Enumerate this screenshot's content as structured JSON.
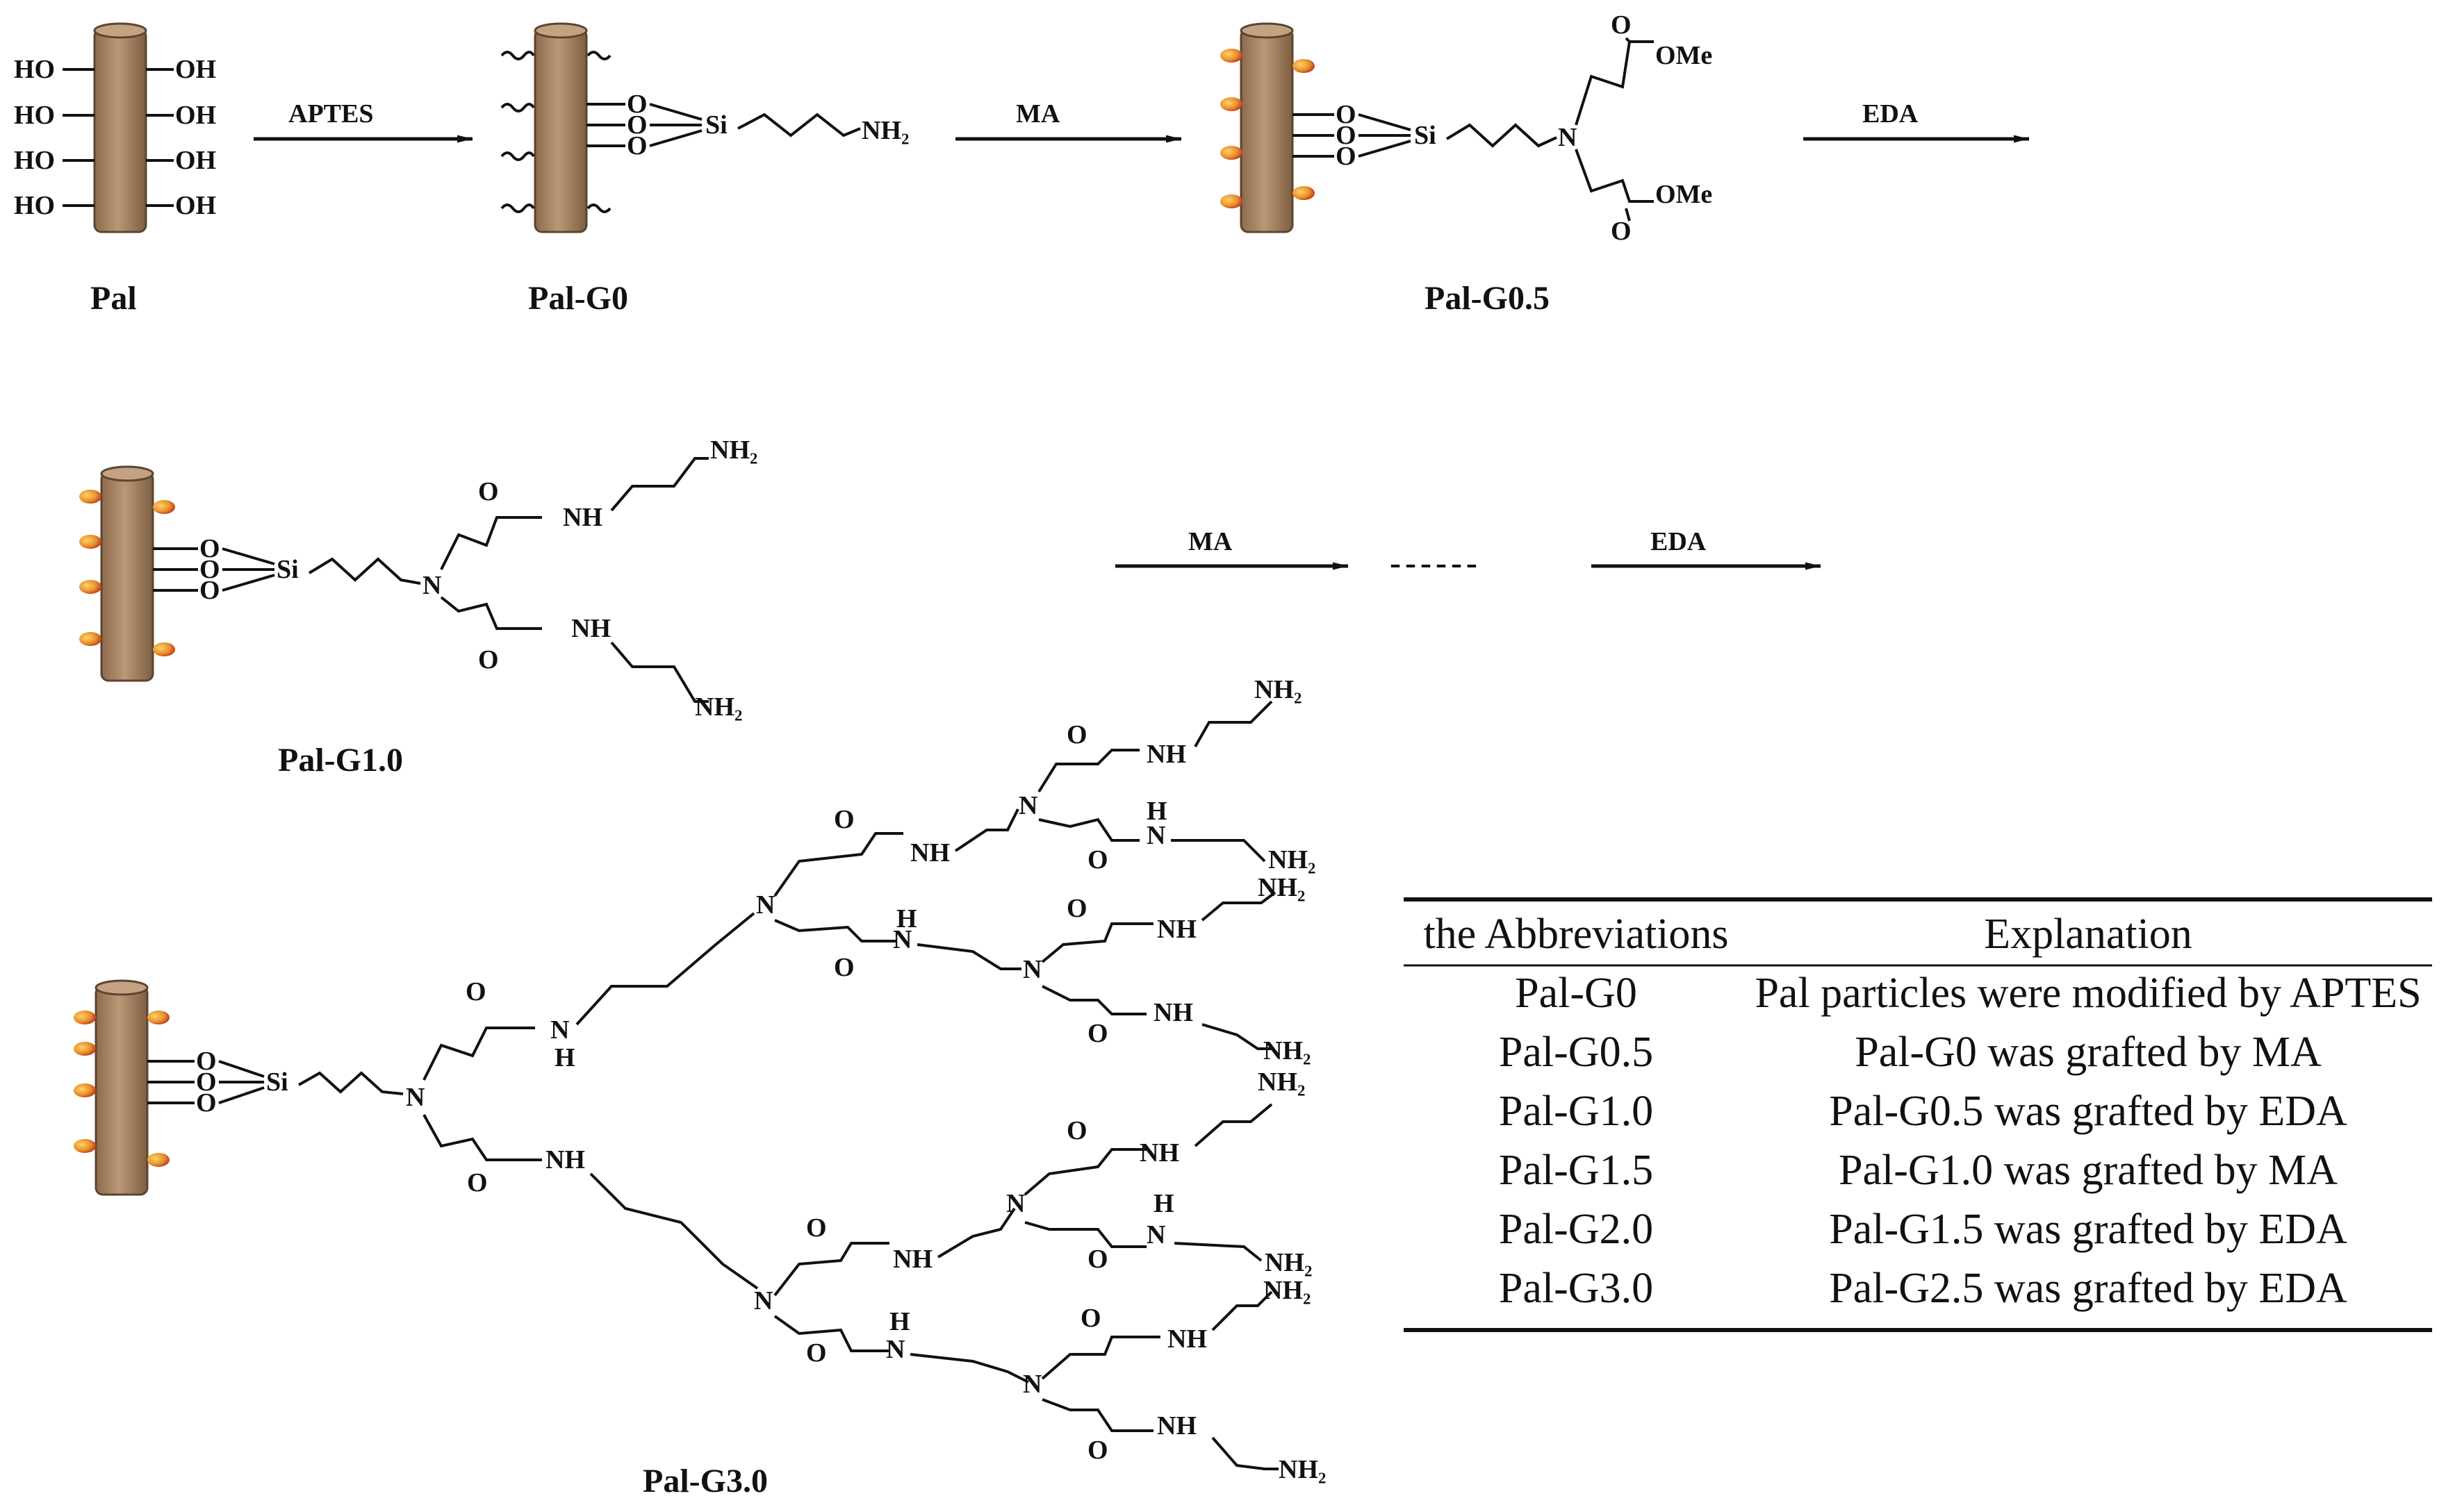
{
  "scheme": {
    "compound_labels": {
      "pal": "Pal",
      "g0": "Pal-G0",
      "g05": "Pal-G0.5",
      "g10": "Pal-G1.0",
      "g30": "Pal-G3.0"
    },
    "reagents": {
      "aptes": "APTES",
      "ma": "MA",
      "eda": "EDA"
    },
    "continuation_dashes": "------",
    "atoms": {
      "ho": "HO",
      "oh": "OH",
      "o": "O",
      "si": "Si",
      "n": "N",
      "nh": "NH",
      "h": "H",
      "nh2": "NH₂",
      "ome": "OMe"
    },
    "colors": {
      "rod": "#a88462",
      "rod_edge": "#6b4e33",
      "bead": "#e8a020",
      "bead_core": "#c0391b"
    }
  },
  "table": {
    "headers": [
      "the Abbreviations",
      "Explanation"
    ],
    "rows": [
      [
        "Pal-G0",
        "Pal particles were modified by APTES"
      ],
      [
        "Pal-G0.5",
        "Pal-G0 was grafted by MA"
      ],
      [
        "Pal-G1.0",
        "Pal-G0.5 was grafted by EDA"
      ],
      [
        "Pal-G1.5",
        "Pal-G1.0 was grafted by MA"
      ],
      [
        "Pal-G2.0",
        "Pal-G1.5 was grafted by EDA"
      ],
      [
        "Pal-G3.0",
        "Pal-G2.5 was grafted by EDA"
      ]
    ]
  }
}
